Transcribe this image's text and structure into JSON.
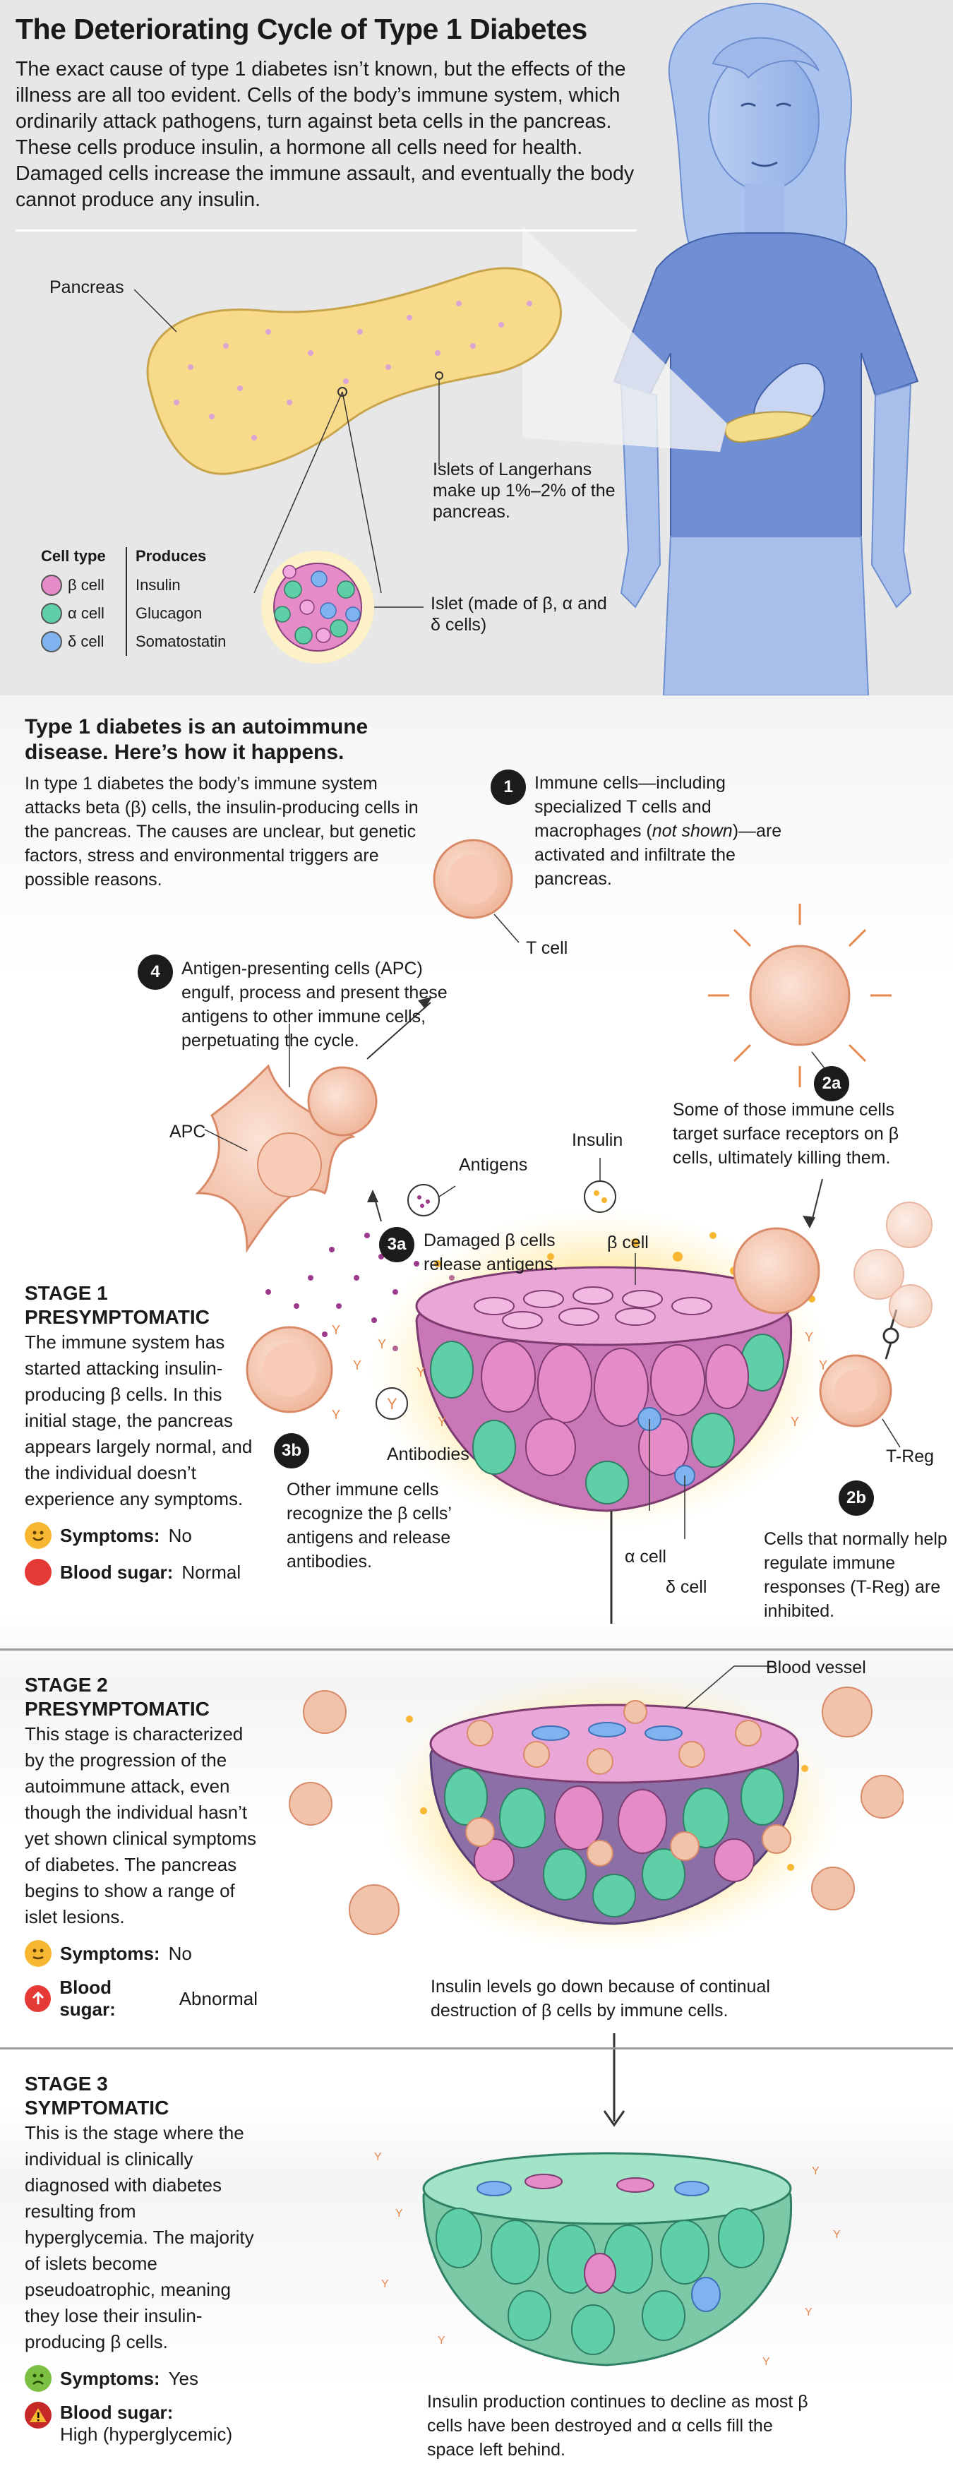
{
  "header": {
    "title": "The Deteriorating Cycle of Type 1 Diabetes",
    "intro": "The exact cause of type 1 diabetes isn’t known, but the effects of the illness are all too evident. Cells of the body’s immune system, which ordinarily attack pathogens, turn against beta cells in the pancreas. These cells produce insulin, a hormone all cells need for health. Damaged cells increase the immune assault, and eventually the body cannot produce any insulin."
  },
  "anatomy": {
    "pancreas_label": "Pancreas",
    "islets_label": "Islets of Langerhans make up 1%–2% of the pancreas.",
    "islet_label": "Islet (made of β, α and δ cells)"
  },
  "legend": {
    "col_cell": "Cell type",
    "col_produces": "Produces",
    "rows": [
      {
        "cell": "β cell",
        "produces": "Insulin",
        "color": "#e58bc7"
      },
      {
        "cell": "α cell",
        "produces": "Glucagon",
        "color": "#5fcfa8"
      },
      {
        "cell": "δ cell",
        "produces": "Somatostatin",
        "color": "#7fb3f0"
      }
    ]
  },
  "process": {
    "heading": "Type 1 diabetes is an autoimmune disease. Here’s how it happens.",
    "intro": "In type 1 diabetes the body’s immune system attacks beta (β) cells, the insulin-producing cells in the pancreas. The causes are unclear, but genetic factors, stress and environmental triggers are possible reasons.",
    "step1_num": "1",
    "step1_pre": "Immune cells—including specialized T cells and macrophages (",
    "step1_em": "not shown",
    "step1_post": ")—are activated and infiltrate the pancreas.",
    "tcell_label": "T cell",
    "step4_num": "4",
    "step4_text": "Antigen-presenting cells (APC) engulf, process and present these antigens to other immune cells, perpetuating the cycle.",
    "step2a_num": "2a",
    "step2a_text": "Some of those immune cells target surface receptors on β cells, ultimately killing them.",
    "apc_label": "APC",
    "antigens_label": "Antigens",
    "insulin_label": "Insulin",
    "step3a_num": "3a",
    "step3a_text": "Damaged β cells release antigens.",
    "beta_label": "β cell",
    "antibodies_label": "Antibodies",
    "step3b_num": "3b",
    "step3b_text": "Other immune cells recognize the β cells’ antigens and release antibodies.",
    "treg_label": "T-Reg",
    "step2b_num": "2b",
    "step2b_text": "Cells that normally help regulate immune responses (T-Reg) are inhibited.",
    "alpha_label": "α cell",
    "delta_label": "δ cell"
  },
  "stages": [
    {
      "title_1": "STAGE 1",
      "title_2": "PRESYMPTOMATIC",
      "body": "The immune system has started attacking insulin-producing β cells. In this initial stage, the pancreas appears largely normal, and the individual doesn’t experience any symptoms.",
      "symptoms_label": "Symptoms:",
      "symptoms_value": "No",
      "sugar_label": "Blood sugar:",
      "sugar_value": "Normal",
      "symptom_color": "#f7b733",
      "sugar_color": "#e53935"
    },
    {
      "title_1": "STAGE 2",
      "title_2": "PRESYMPTOMATIC",
      "body": "This stage is characterized by the progression of the autoimmune attack, even though the individual hasn’t yet shown clinical symptoms of diabetes. The pancreas begins to show a range of islet lesions.",
      "symptoms_label": "Symptoms:",
      "symptoms_value": "No",
      "sugar_label": "Blood sugar:",
      "sugar_value": "Abnormal",
      "vessel_label": "Blood vessel",
      "caption": "Insulin levels go down because of continual destruction of β cells by  immune cells.",
      "symptom_color": "#f7b733",
      "sugar_color": "#e53935"
    },
    {
      "title_1": "STAGE 3",
      "title_2": "SYMPTOMATIC",
      "body": "This is the stage where the individual is clinically diagnosed with diabetes resulting from hyperglycemia. The majority of islets become pseudoatrophic, meaning they lose their insulin-producing β cells.",
      "symptoms_label": "Symptoms:",
      "symptoms_value": "Yes",
      "sugar_label": "Blood sugar:",
      "sugar_value": "High (hyperglycemic)",
      "caption": "Insulin production continues to decline as most β cells have been destroyed and α cells fill the space left behind.",
      "symptom_color": "#7bc043",
      "sugar_color": "#c62828"
    }
  ]
}
